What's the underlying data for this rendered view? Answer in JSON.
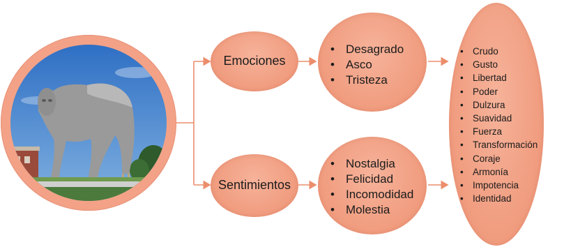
{
  "nodes": {
    "emociones": "Emociones",
    "sentimientos": "Sentimientos"
  },
  "emociones_items": [
    "Desagrado",
    "Asco",
    "Tristeza"
  ],
  "sentimientos_items": [
    "Nostalgia",
    "Felicidad",
    "Incomodidad",
    "Molestia"
  ],
  "valores_items": [
    "Crudo",
    "Gusto",
    "Libertad",
    "Poder",
    "Dulzura",
    "Suavidad",
    "Fuerza",
    "Transformación",
    "Coraje",
    "Armonía",
    "Impotencia",
    "Identidad"
  ],
  "colors": {
    "bubble": "#f09b7e",
    "connector": "#ec8e6c",
    "sky": "#3f7fcf"
  },
  "icons": {
    "photo": "sculpture-photo"
  }
}
